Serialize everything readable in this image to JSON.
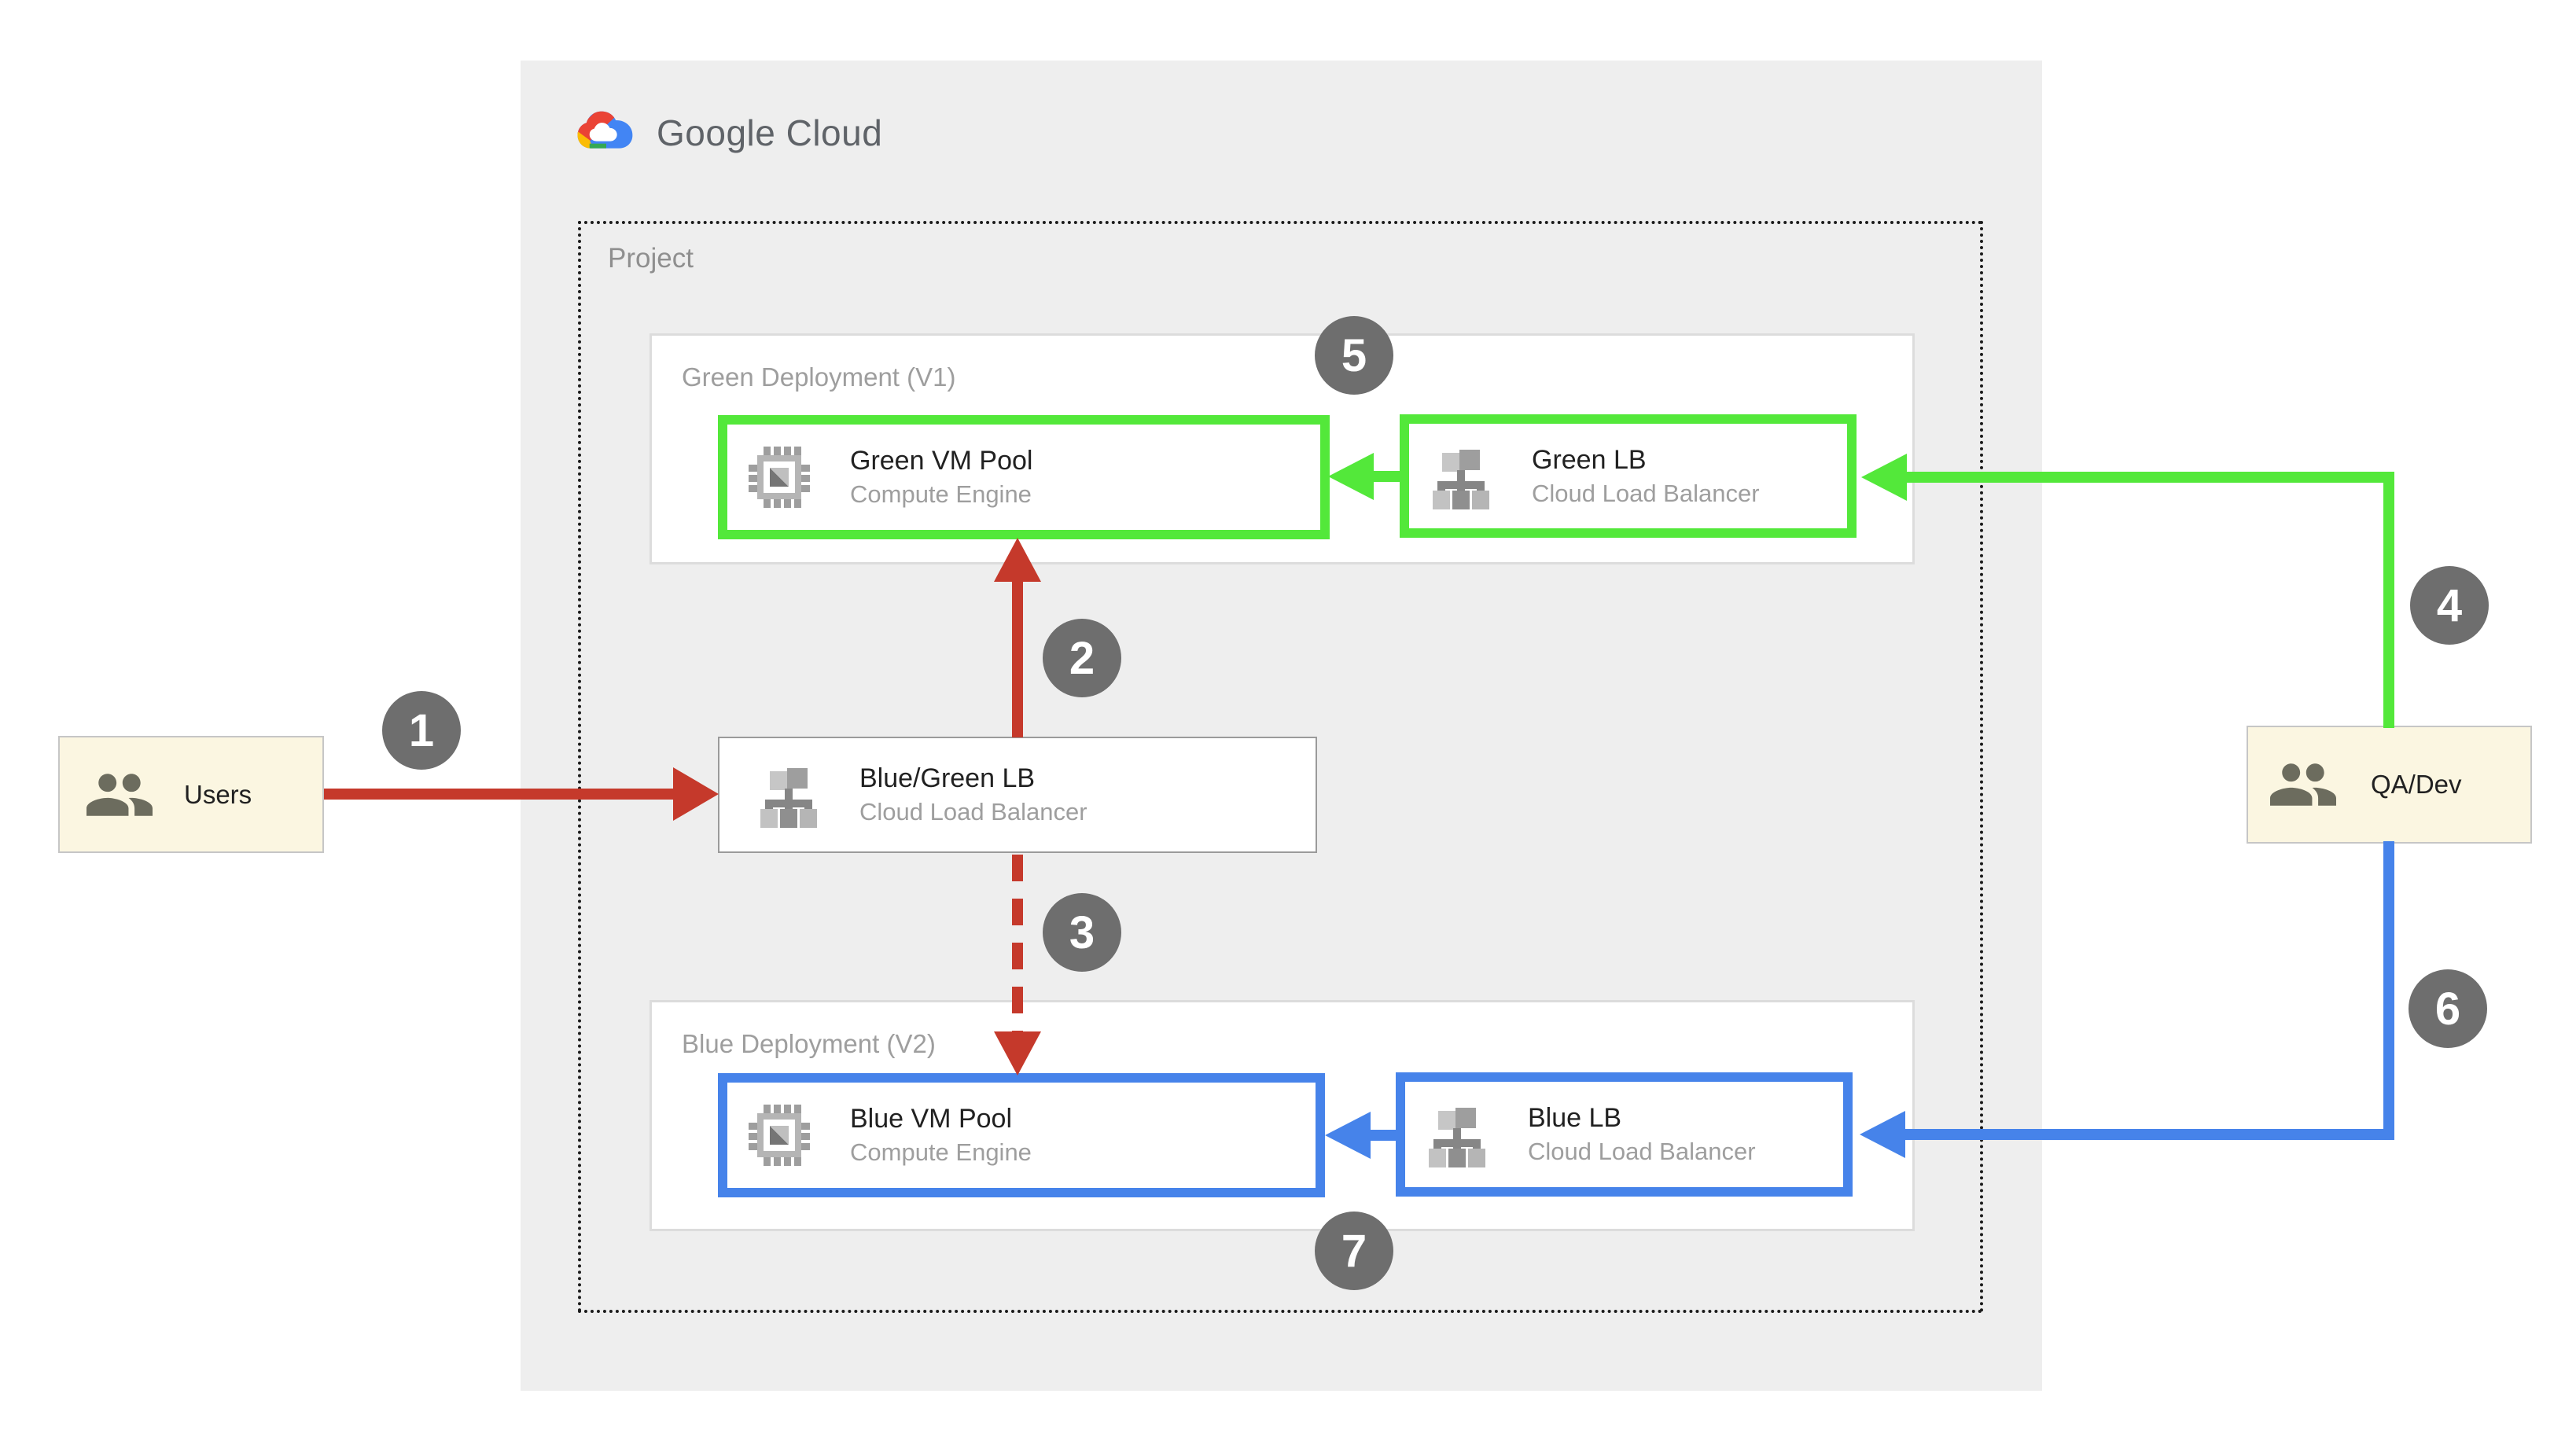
{
  "page": {
    "brand": "Google Cloud"
  },
  "project": {
    "label": "Project"
  },
  "groups": {
    "green": {
      "label": "Green Deployment (V1)"
    },
    "blue": {
      "label": "Blue Deployment (V2)"
    }
  },
  "nodes": {
    "green_vm_pool": {
      "title": "Green VM Pool",
      "subtitle": "Compute Engine"
    },
    "green_lb": {
      "title": "Green LB",
      "subtitle": "Cloud Load Balancer"
    },
    "blue_green_lb": {
      "title": "Blue/Green LB",
      "subtitle": "Cloud Load Balancer"
    },
    "blue_vm_pool": {
      "title": "Blue VM Pool",
      "subtitle": "Compute Engine"
    },
    "blue_lb": {
      "title": "Blue LB",
      "subtitle": "Cloud Load Balancer"
    }
  },
  "actors": {
    "users": {
      "label": "Users"
    },
    "qa_dev": {
      "label": "QA/Dev"
    }
  },
  "badges": {
    "b1": "1",
    "b2": "2",
    "b3": "3",
    "b4": "4",
    "b5": "5",
    "b6": "6",
    "b7": "7"
  },
  "colors": {
    "live_traffic_red": "#C5392B",
    "green_accent": "#53E83A",
    "blue_accent": "#4683EA",
    "badge_gray": "#6E6E6E",
    "panel_gray": "#EEEEEE",
    "actor_cream": "#FBF6E1",
    "logo_red": "#EA4335",
    "logo_yellow": "#FBBC05",
    "logo_green": "#34A853",
    "logo_blue": "#4285F4"
  }
}
